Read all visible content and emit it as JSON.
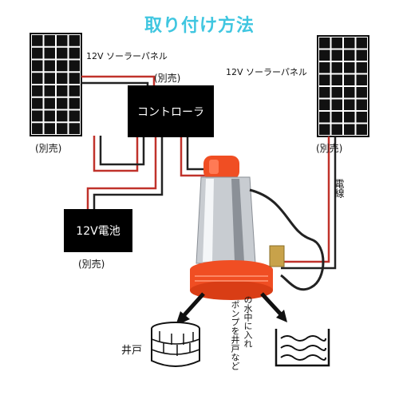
{
  "title": "取り付け方法",
  "left_panel": {
    "label": "12V ソーラーパネル",
    "note": "(別売)"
  },
  "right_panel": {
    "label": "12V ソーラーパネル",
    "note": "(別売)"
  },
  "controller": {
    "label": "コントローラ",
    "note": "(別売)"
  },
  "battery": {
    "label": "12V電池",
    "note": "(別売)"
  },
  "cable_label": "電線",
  "well_label": "井戸",
  "usage_note": {
    "col1": "の水中に入れ",
    "col2": "ポンプを井戸など"
  },
  "colors": {
    "title": "#3fc6e0",
    "wire_red": "#c0322b",
    "wire_black": "#222222",
    "pump_orange": "#f04e23"
  }
}
